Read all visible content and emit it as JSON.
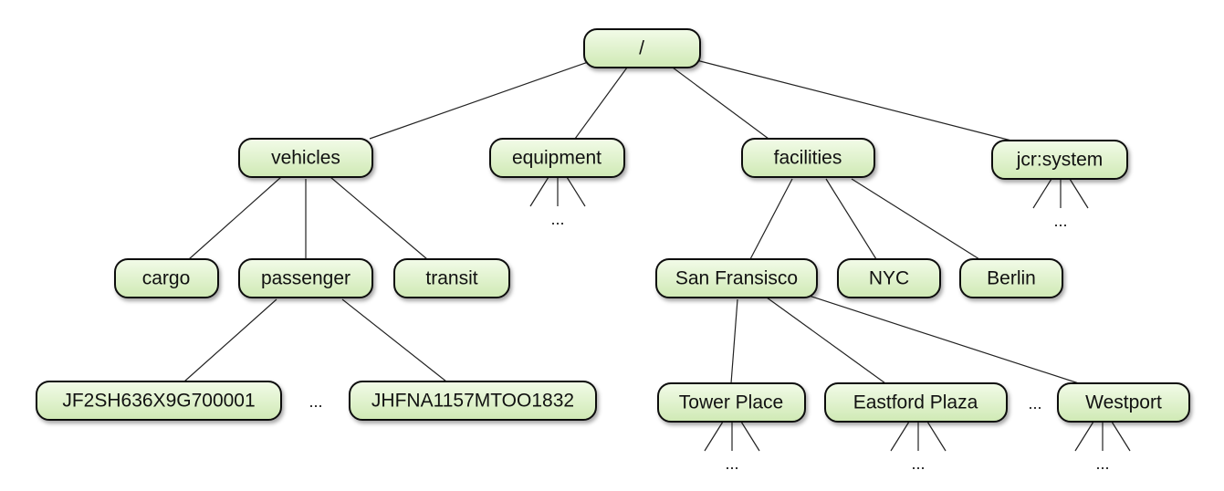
{
  "nodes": {
    "root": "/",
    "vehicles": "vehicles",
    "equipment": "equipment",
    "facilities": "facilities",
    "jcr_system": "jcr:system",
    "cargo": "cargo",
    "passenger": "passenger",
    "transit": "transit",
    "san_fransisco": "San Fransisco",
    "nyc": "NYC",
    "berlin": "Berlin",
    "vin_1": "JF2SH636X9G700001",
    "vin_2": "JHFNA1157MTOO1832",
    "tower_place": "Tower Place",
    "eastford_plaza": "Eastford Plaza",
    "westport": "Westport"
  },
  "ellipsis": "...",
  "colors": {
    "node_fill_top": "#f2fbe8",
    "node_fill_bottom": "#cfe9b4",
    "node_stroke": "#111111",
    "edge": "#222222"
  }
}
